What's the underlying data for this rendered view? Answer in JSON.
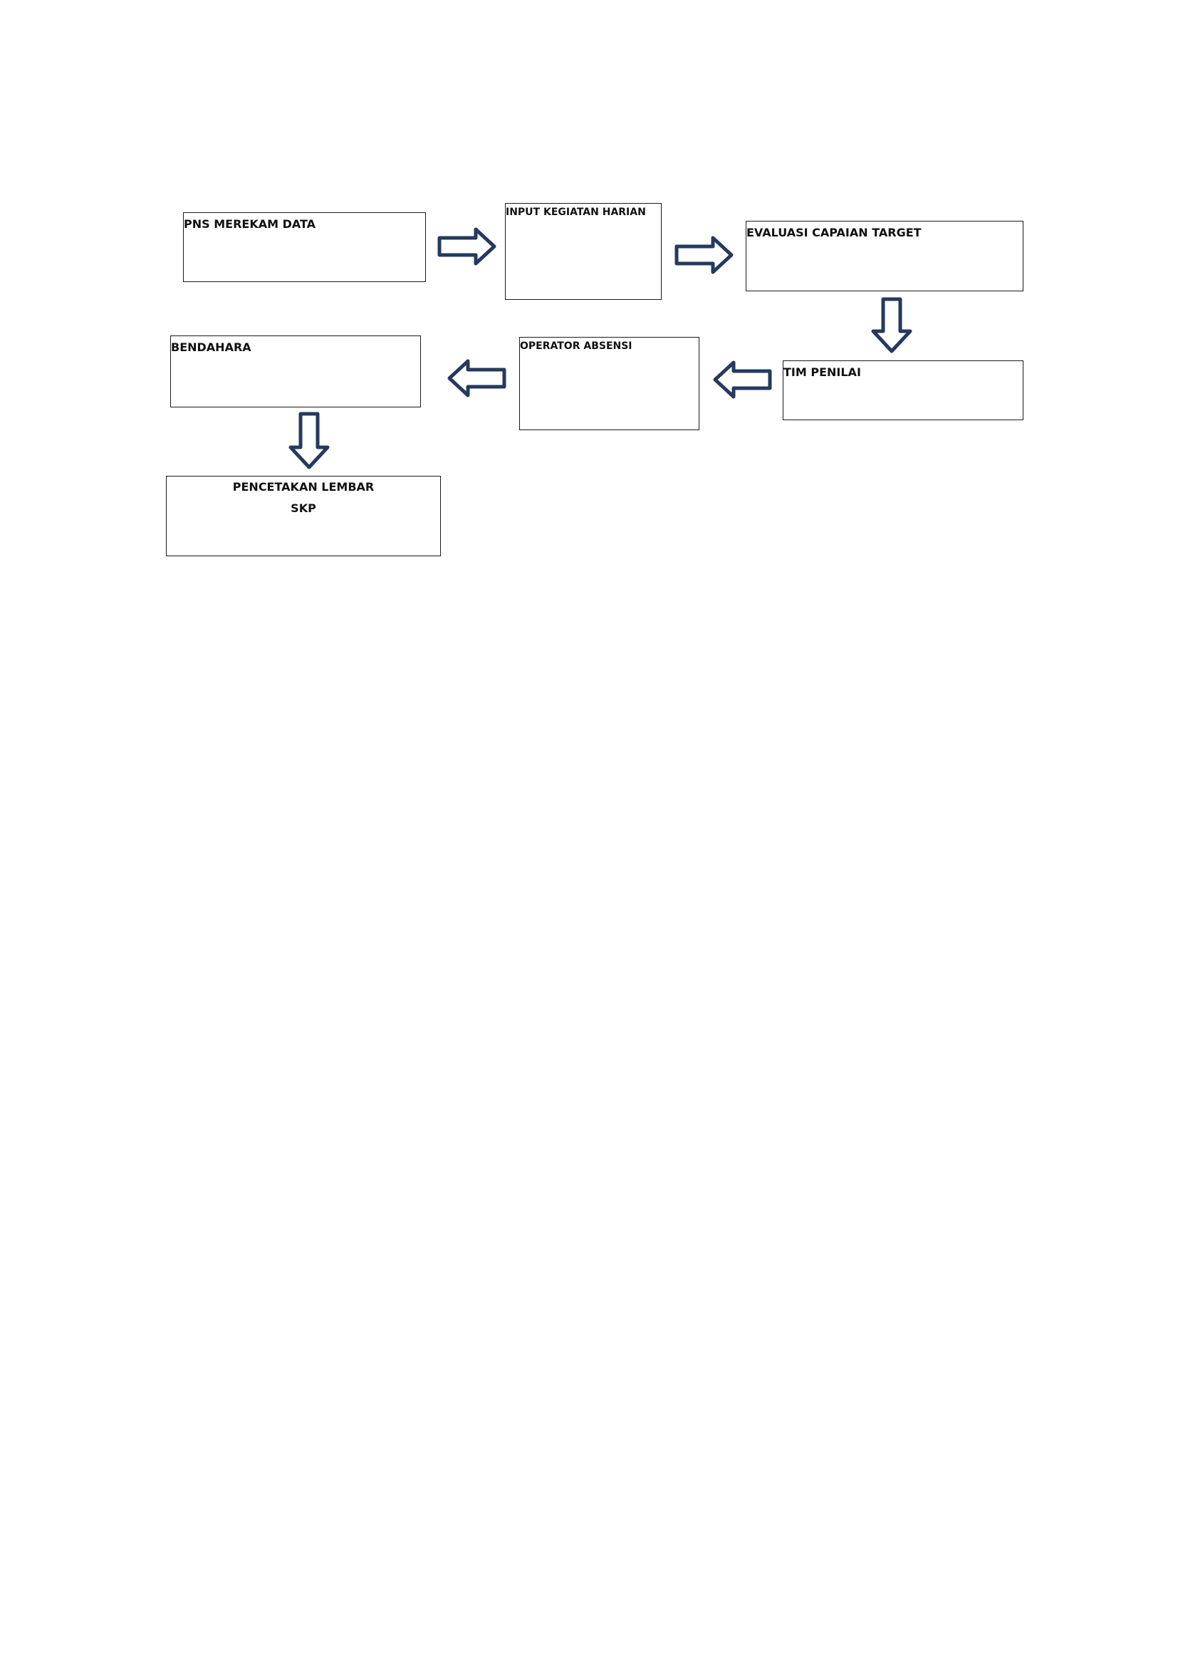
{
  "diagram": {
    "nodes": [
      {
        "id": "pns",
        "label": "PNS MEREKAM DATA"
      },
      {
        "id": "input",
        "label": "INPUT KEGIATAN HARIAN"
      },
      {
        "id": "evaluasi",
        "label": "EVALUASI CAPAIAN TARGET"
      },
      {
        "id": "tim",
        "label": "TIM PENILAI"
      },
      {
        "id": "operator",
        "label": "OPERATOR ABSENSI"
      },
      {
        "id": "bendahara",
        "label": "BENDAHARA"
      },
      {
        "id": "pencetakan",
        "label_line1": "PENCETAKAN LEMBAR",
        "label_line2": "SKP"
      }
    ],
    "edges": [
      {
        "from": "pns",
        "to": "input"
      },
      {
        "from": "input",
        "to": "evaluasi"
      },
      {
        "from": "evaluasi",
        "to": "tim"
      },
      {
        "from": "tim",
        "to": "operator"
      },
      {
        "from": "operator",
        "to": "bendahara"
      },
      {
        "from": "bendahara",
        "to": "pencetakan"
      }
    ],
    "colors": {
      "arrow_stroke": "#243a5e",
      "box_border": "#1a1a1a",
      "text": "#111111"
    }
  }
}
